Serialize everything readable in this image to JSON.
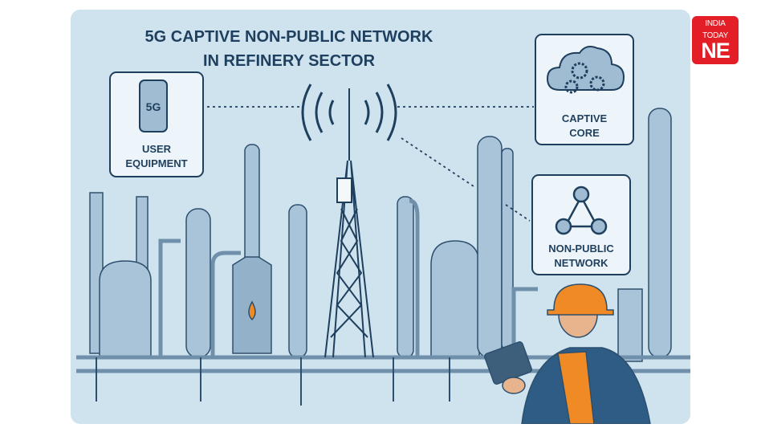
{
  "title_line1": "5G CAPTIVE NON-PUBLIC NETWORK",
  "title_line2": "IN REFINERY SECTOR",
  "user_equipment": {
    "device_label": "5G",
    "label_line1": "USER",
    "label_line2": "EQUIPMENT"
  },
  "captive_core": {
    "label_line1": "CAPTIVE",
    "label_line2": "CORE"
  },
  "non_public_network": {
    "label_line1": "NON-PUBLIC",
    "label_line2": "NETWORK"
  },
  "logo": {
    "line1": "INDIA",
    "line2": "TODAY",
    "line3": "NE"
  },
  "colors": {
    "background": "#cfe3ef",
    "ink": "#1f3f5e",
    "structure": "#9fbcd3",
    "accent_orange": "#f08a24",
    "logo_red": "#e41e26"
  }
}
